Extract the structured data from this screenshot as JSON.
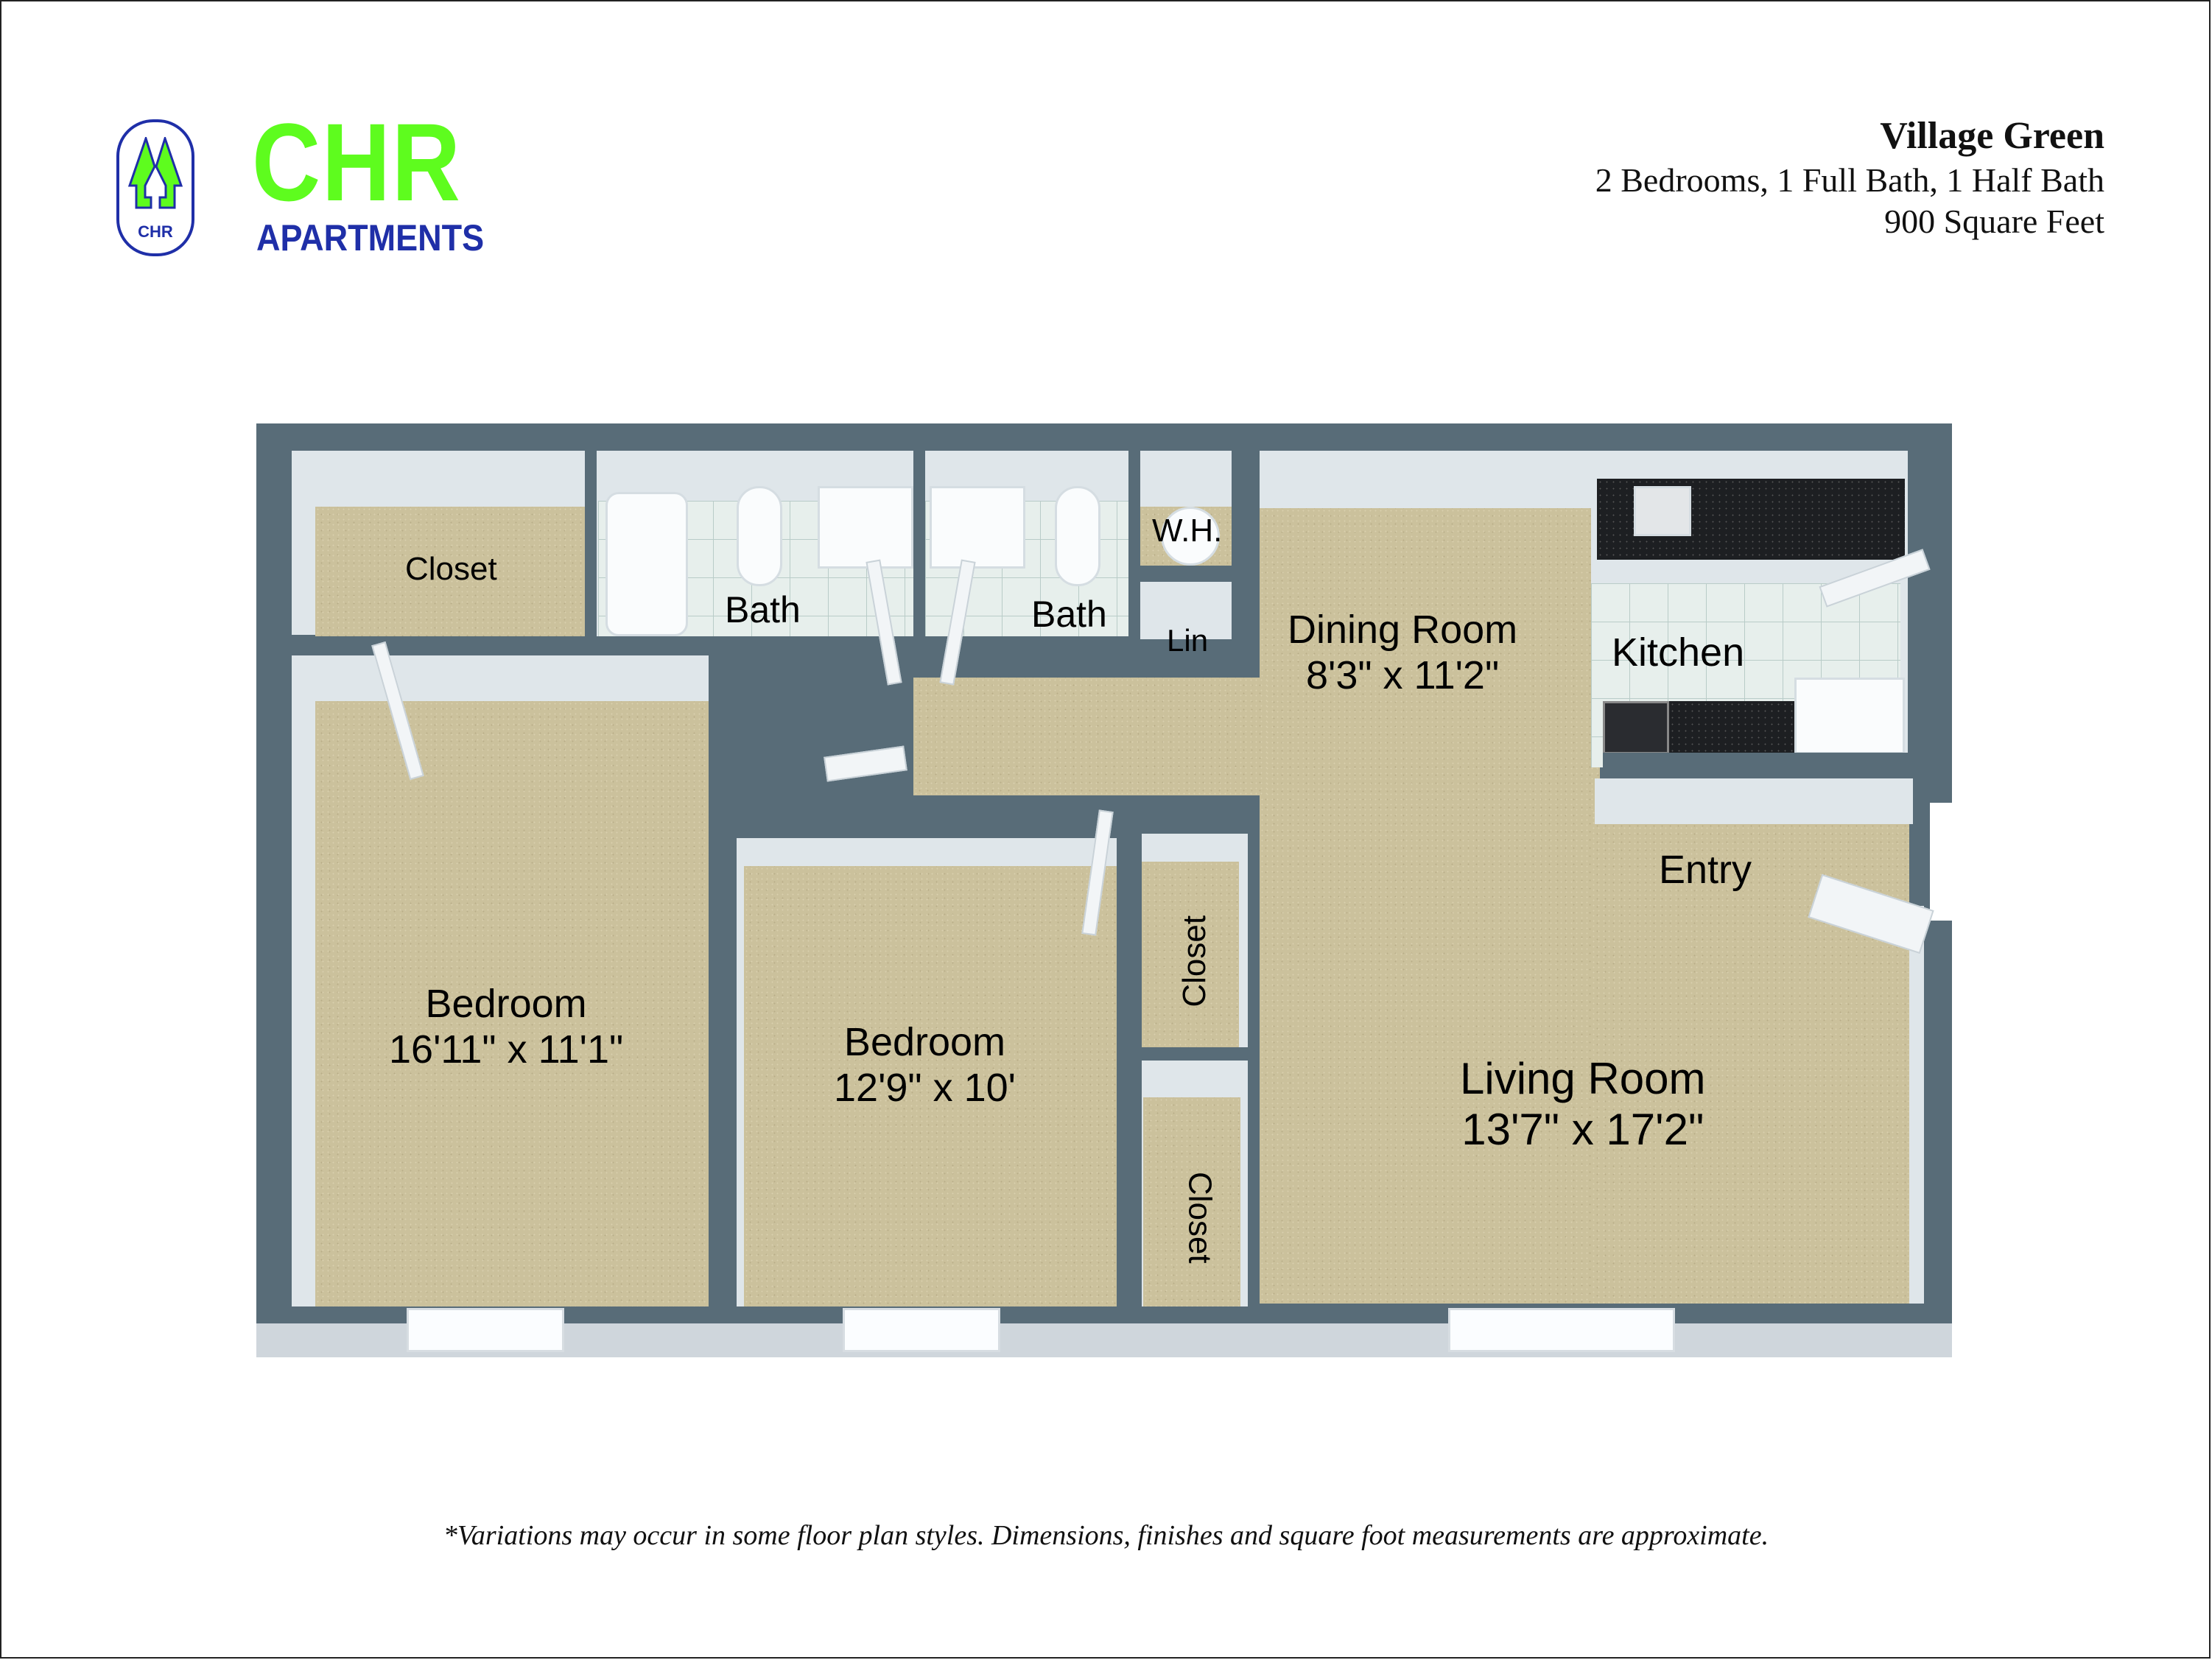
{
  "brand": {
    "logo_badge_text": "CHR",
    "logo_main": "CHR",
    "logo_sub": "APARTMENTS",
    "colors": {
      "green": "#5efc1e",
      "blue": "#1f2fa8"
    }
  },
  "header": {
    "property_name": "Village Green",
    "unit_summary": "2 Bedrooms, 1 Full Bath, 1 Half Bath",
    "square_feet": "900 Square Feet"
  },
  "floor_plan": {
    "wall_color": "#586c78",
    "carpet_color": "#cbc19c",
    "rooms": {
      "closet_top": {
        "name": "Closet"
      },
      "bath_full": {
        "name": "Bath"
      },
      "bath_half": {
        "name": "Bath"
      },
      "water_heater": {
        "name": "W.H."
      },
      "linen": {
        "name": "Lin"
      },
      "dining": {
        "name": "Dining Room",
        "dimensions": "8'3\" x 11'2\""
      },
      "kitchen": {
        "name": "Kitchen"
      },
      "entry": {
        "name": "Entry"
      },
      "bedroom_1": {
        "name": "Bedroom",
        "dimensions": "16'11\" x 11'1\""
      },
      "bedroom_2": {
        "name": "Bedroom",
        "dimensions": "12'9\" x 10'"
      },
      "closet_mid_upper": {
        "name": "Closet"
      },
      "closet_mid_lower": {
        "name": "Closet"
      },
      "living": {
        "name": "Living Room",
        "dimensions": "13'7\" x 17'2\""
      }
    }
  },
  "footer": {
    "disclaimer": "*Variations may occur in some floor plan styles.  Dimensions, finishes and square foot measurements are approximate."
  }
}
